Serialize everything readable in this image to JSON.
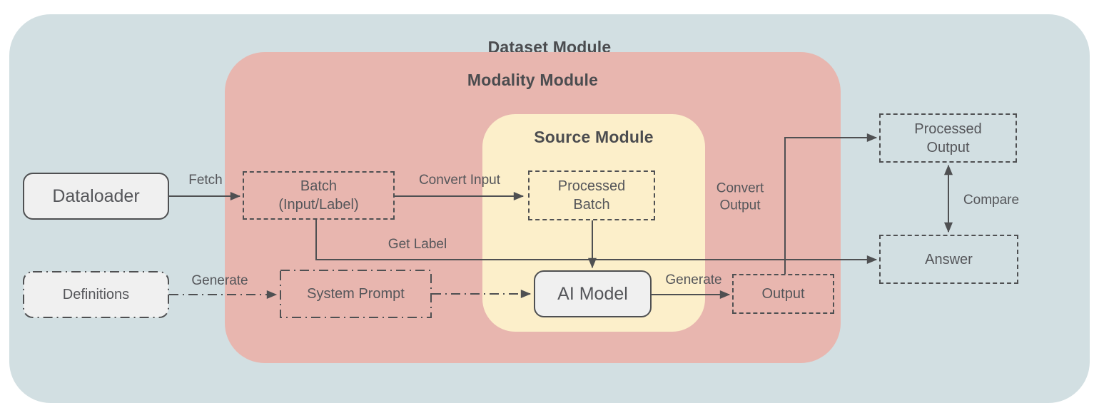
{
  "colors": {
    "canvas_bg": "#ffffff",
    "dataset_bg": "#d2dfe2",
    "modality_bg": "#e8b6af",
    "source_bg": "#fcefca",
    "node_fill": "#f0f0f0",
    "stroke": "#4f5052",
    "text": "#55565a",
    "title_text": "#4b4c4f"
  },
  "containers": {
    "dataset": {
      "title": "Dataset Module"
    },
    "modality": {
      "title": "Modality Module"
    },
    "source": {
      "title": "Source Module"
    }
  },
  "nodes": {
    "dataloader": {
      "label": "Dataloader",
      "style": "solid"
    },
    "batch": {
      "label": "Batch\n(Input/Label)",
      "style": "dashed"
    },
    "processed_batch": {
      "label": "Processed\nBatch",
      "style": "dashed"
    },
    "definitions": {
      "label": "Definitions",
      "style": "dash-dot"
    },
    "system_prompt": {
      "label": "System Prompt",
      "style": "dash-dot"
    },
    "ai_model": {
      "label": "AI Model",
      "style": "solid"
    },
    "output": {
      "label": "Output",
      "style": "dashed"
    },
    "processed_output": {
      "label": "Processed\nOutput",
      "style": "dashed"
    },
    "answer": {
      "label": "Answer",
      "style": "dashed"
    }
  },
  "edge_labels": {
    "fetch": "Fetch",
    "convert_input": "Convert Input",
    "get_label": "Get Label",
    "generate_definitions": "Generate",
    "generate_model": "Generate",
    "convert_output": "Convert\nOutput",
    "compare": "Compare"
  }
}
